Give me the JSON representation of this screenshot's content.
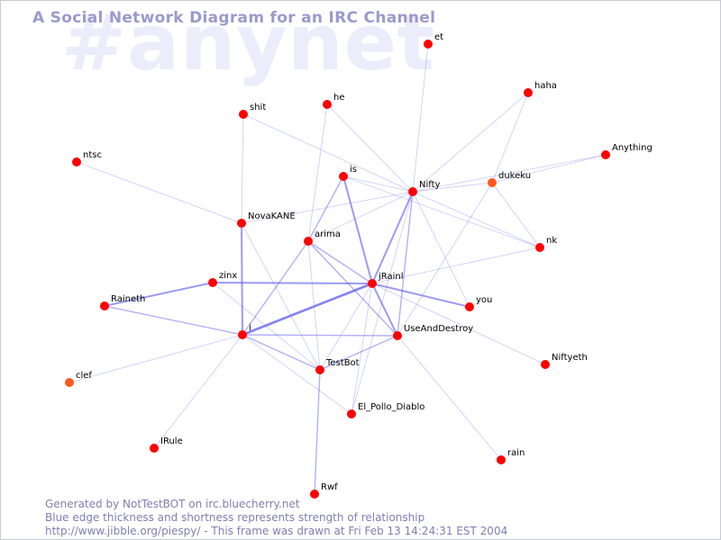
{
  "watermark": "#anynet",
  "title": "A Social Network Diagram for an IRC Channel",
  "footer": [
    "Generated by NotTestBOT on irc.bluecherry.net",
    "Blue edge thickness and shortness represents strength of relationship",
    "http://www.jibble.org/piespy/ - This frame was drawn at Fri Feb 13 14:24:31 EST 2004"
  ],
  "colors": {
    "node": "#ff0000",
    "node_recent": "#ff5a1e",
    "edge": "#6464f0",
    "title": "#9a9acc",
    "watermark": "#ececfb"
  },
  "nodes": [
    {
      "id": "et",
      "label": "et"
    },
    {
      "id": "haha",
      "label": "haha"
    },
    {
      "id": "he",
      "label": "he"
    },
    {
      "id": "shit",
      "label": "shit"
    },
    {
      "id": "Anything",
      "label": "Anything"
    },
    {
      "id": "ntsc",
      "label": "ntsc"
    },
    {
      "id": "is",
      "label": "is"
    },
    {
      "id": "dukeku",
      "label": "dukeku",
      "recent": true
    },
    {
      "id": "Nifty",
      "label": "Nifty"
    },
    {
      "id": "NovaKANE",
      "label": "NovaKANE"
    },
    {
      "id": "arima",
      "label": "arima"
    },
    {
      "id": "nk",
      "label": "nk"
    },
    {
      "id": "zinx",
      "label": "zinx"
    },
    {
      "id": "jRainl",
      "label": "jRainl"
    },
    {
      "id": "Raineth",
      "label": "Raineth"
    },
    {
      "id": "you",
      "label": "you"
    },
    {
      "id": "i",
      "label": "i"
    },
    {
      "id": "UseAndDestroy",
      "label": "UseAndDestroy"
    },
    {
      "id": "Niftyeth",
      "label": "Niftyeth"
    },
    {
      "id": "TestBot",
      "label": "TestBot"
    },
    {
      "id": "clef",
      "label": "clef",
      "recent": true
    },
    {
      "id": "El_Pollo_Diablo",
      "label": "El_Pollo_Diablo"
    },
    {
      "id": "IRule",
      "label": "IRule"
    },
    {
      "id": "rain",
      "label": "rain"
    },
    {
      "id": "Rwf",
      "label": "Rwf"
    }
  ],
  "edges": [
    {
      "from": "et",
      "to": "Nifty",
      "weight": 1
    },
    {
      "from": "haha",
      "to": "Nifty",
      "weight": 1
    },
    {
      "from": "haha",
      "to": "dukeku",
      "weight": 1
    },
    {
      "from": "he",
      "to": "Nifty",
      "weight": 1
    },
    {
      "from": "he",
      "to": "arima",
      "weight": 1
    },
    {
      "from": "shit",
      "to": "Nifty",
      "weight": 1
    },
    {
      "from": "shit",
      "to": "NovaKANE",
      "weight": 1
    },
    {
      "from": "Anything",
      "to": "dukeku",
      "weight": 1
    },
    {
      "from": "Anything",
      "to": "Nifty",
      "weight": 1
    },
    {
      "from": "ntsc",
      "to": "NovaKANE",
      "weight": 1
    },
    {
      "from": "is",
      "to": "Nifty",
      "weight": 1
    },
    {
      "from": "is",
      "to": "arima",
      "weight": 2
    },
    {
      "from": "is",
      "to": "jRainl",
      "weight": 3
    },
    {
      "from": "is",
      "to": "nk",
      "weight": 1
    },
    {
      "from": "Nifty",
      "to": "dukeku",
      "weight": 1
    },
    {
      "from": "Nifty",
      "to": "nk",
      "weight": 1
    },
    {
      "from": "Nifty",
      "to": "NovaKANE",
      "weight": 1
    },
    {
      "from": "Nifty",
      "to": "arima",
      "weight": 1
    },
    {
      "from": "Nifty",
      "to": "jRainl",
      "weight": 3
    },
    {
      "from": "Nifty",
      "to": "you",
      "weight": 1
    },
    {
      "from": "Nifty",
      "to": "UseAndDestroy",
      "weight": 2
    },
    {
      "from": "Nifty",
      "to": "El_Pollo_Diablo",
      "weight": 1
    },
    {
      "from": "dukeku",
      "to": "UseAndDestroy",
      "weight": 1
    },
    {
      "from": "dukeku",
      "to": "nk",
      "weight": 1
    },
    {
      "from": "NovaKANE",
      "to": "i",
      "weight": 3
    },
    {
      "from": "NovaKANE",
      "to": "TestBot",
      "weight": 1
    },
    {
      "from": "arima",
      "to": "i",
      "weight": 2
    },
    {
      "from": "arima",
      "to": "jRainl",
      "weight": 2
    },
    {
      "from": "arima",
      "to": "UseAndDestroy",
      "weight": 2
    },
    {
      "from": "arima",
      "to": "TestBot",
      "weight": 1
    },
    {
      "from": "nk",
      "to": "jRainl",
      "weight": 1
    },
    {
      "from": "zinx",
      "to": "Raineth",
      "weight": 3
    },
    {
      "from": "zinx",
      "to": "jRainl",
      "weight": 3
    },
    {
      "from": "zinx",
      "to": "TestBot",
      "weight": 1
    },
    {
      "from": "jRainl",
      "to": "i",
      "weight": 4
    },
    {
      "from": "jRainl",
      "to": "you",
      "weight": 3
    },
    {
      "from": "jRainl",
      "to": "UseAndDestroy",
      "weight": 3
    },
    {
      "from": "jRainl",
      "to": "TestBot",
      "weight": 1
    },
    {
      "from": "jRainl",
      "to": "Niftyeth",
      "weight": 1
    },
    {
      "from": "jRainl",
      "to": "El_Pollo_Diablo",
      "weight": 1
    },
    {
      "from": "Raineth",
      "to": "i",
      "weight": 2
    },
    {
      "from": "i",
      "to": "UseAndDestroy",
      "weight": 2
    },
    {
      "from": "i",
      "to": "TestBot",
      "weight": 2
    },
    {
      "from": "i",
      "to": "clef",
      "weight": 1
    },
    {
      "from": "i",
      "to": "IRule",
      "weight": 1
    },
    {
      "from": "i",
      "to": "El_Pollo_Diablo",
      "weight": 1
    },
    {
      "from": "UseAndDestroy",
      "to": "TestBot",
      "weight": 2
    },
    {
      "from": "UseAndDestroy",
      "to": "rain",
      "weight": 1
    },
    {
      "from": "TestBot",
      "to": "Rwf",
      "weight": 2
    }
  ]
}
